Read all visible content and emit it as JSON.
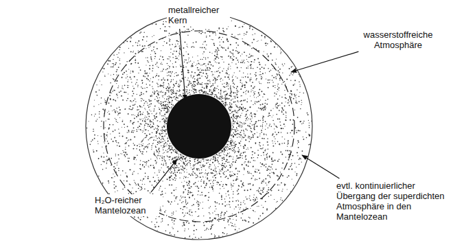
{
  "diagram": {
    "labels": [
      "metallreicher Kern",
      "wasserstoffreiche Atmosphäre",
      "H₂O-reicher Mantelozean",
      "evtl. kontinuierlicher Übergang der superdichten Atmosphäre in den Mantelozean"
    ]
  }
}
